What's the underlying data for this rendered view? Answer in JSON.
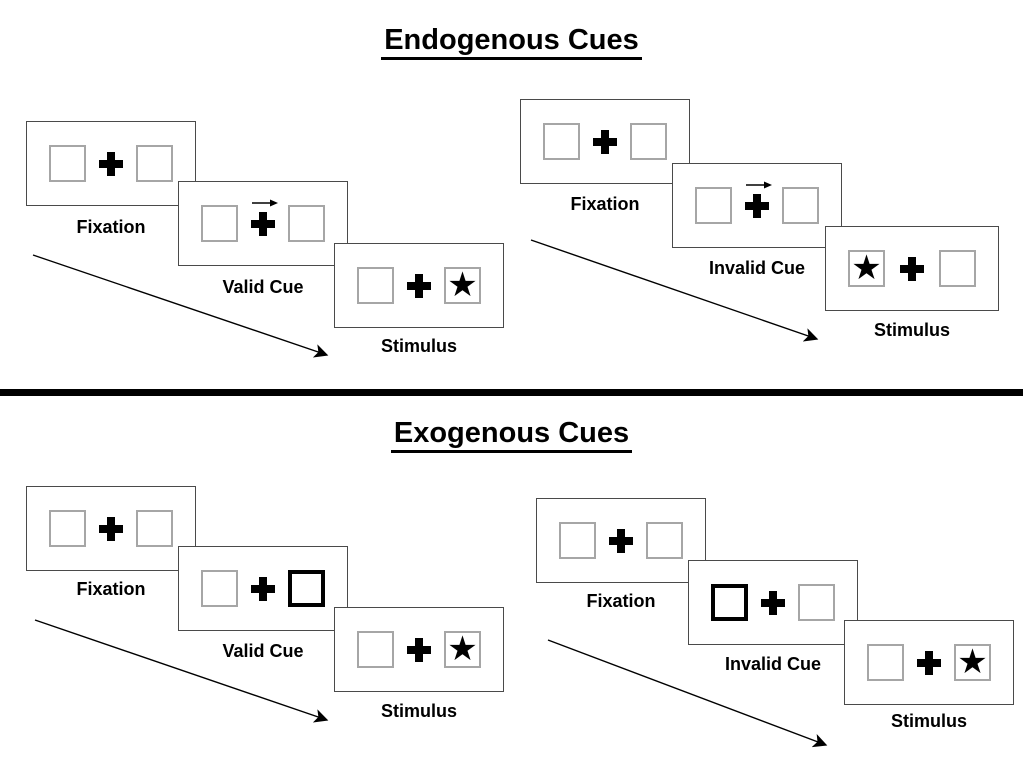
{
  "glyphs": {
    "star": "★"
  },
  "colors": {
    "background": "#ffffff",
    "ink": "#000000",
    "placeholder_box_border": "#a6a6a6",
    "panel_border": "#4a4a4a"
  },
  "sections": [
    {
      "title": "Endogenous Cues",
      "cue_style": "central right-pointing arrow above fixation cross",
      "sequences": [
        {
          "name": "valid",
          "target_side": "right",
          "cue_direction": "right",
          "steps": [
            {
              "label": "Fixation"
            },
            {
              "label": "Valid Cue"
            },
            {
              "label": "Stimulus"
            }
          ]
        },
        {
          "name": "invalid",
          "target_side": "left",
          "cue_direction": "right",
          "steps": [
            {
              "label": "Fixation"
            },
            {
              "label": "Invalid Cue"
            },
            {
              "label": "Stimulus"
            }
          ]
        }
      ]
    },
    {
      "title": "Exogenous Cues",
      "cue_style": "peripheral bold box highlight",
      "sequences": [
        {
          "name": "valid",
          "target_side": "right",
          "highlighted_box": "right",
          "steps": [
            {
              "label": "Fixation"
            },
            {
              "label": "Valid Cue"
            },
            {
              "label": "Stimulus"
            }
          ]
        },
        {
          "name": "invalid",
          "target_side": "right",
          "highlighted_box": "left",
          "steps": [
            {
              "label": "Fixation"
            },
            {
              "label": "Invalid Cue"
            },
            {
              "label": "Stimulus"
            }
          ]
        }
      ]
    }
  ]
}
